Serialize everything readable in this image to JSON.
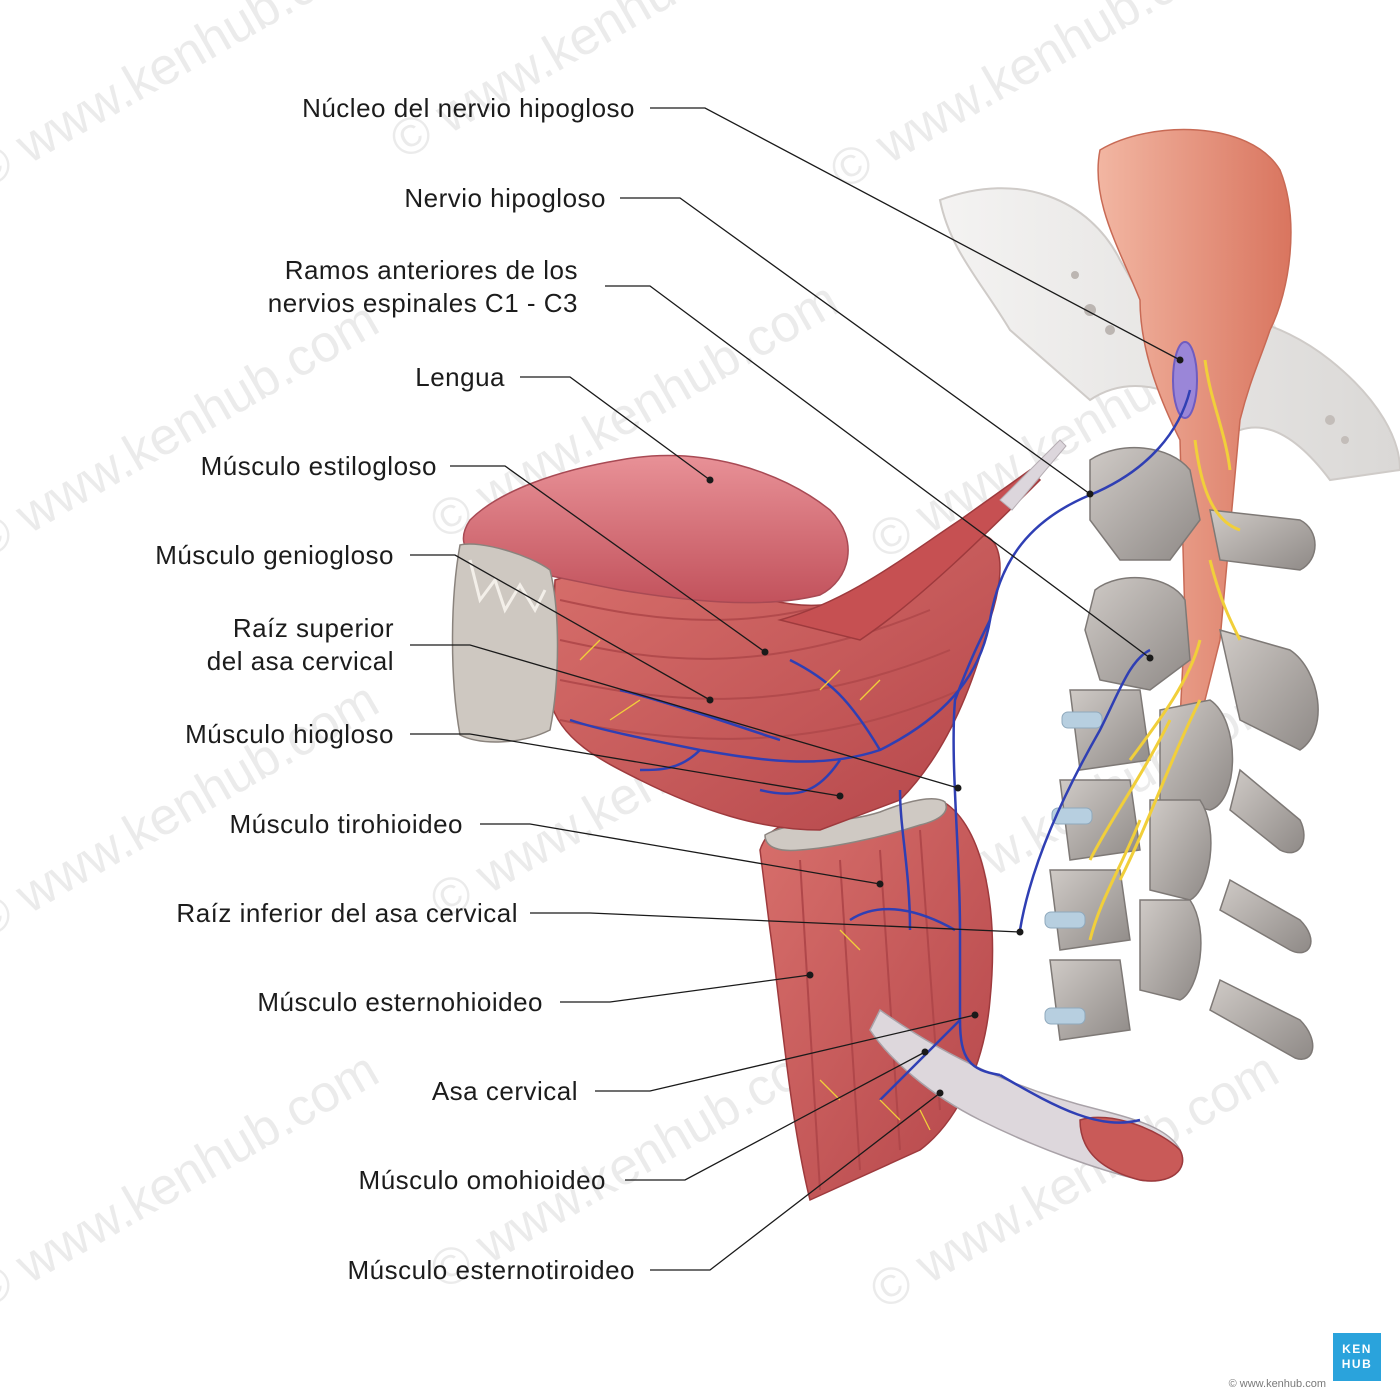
{
  "labels": {
    "nucleo": "Núcleo del nervio hipogloso",
    "nervio_hipogloso": "Nervio hipogloso",
    "ramos_1": "Ramos anteriores de los",
    "ramos_2": "nervios espinales C1 - C3",
    "lengua": "Lengua",
    "estilogloso": "Músculo estilogloso",
    "geniogloso": "Músculo geniogloso",
    "raiz_sup_1": "Raíz superior",
    "raiz_sup_2": "del asa cervical",
    "hiogloso": "Músculo hiogloso",
    "tirohioideo": "Músculo tirohioideo",
    "raiz_inf": "Raíz inferior del asa cervical",
    "esternohioideo": "Músculo esternohioideo",
    "asa": "Asa cervical",
    "omohioideo": "Músculo omohioideo",
    "esternotiroideo": "Músculo esternotiroideo"
  },
  "watermark": "© www.kenhub.com",
  "logo": {
    "line1": "KEN",
    "line2": "HUB"
  },
  "copyright": "© www.kenhub.com",
  "colors": {
    "muscle": "#c95a58",
    "muscle_dark": "#a83c3e",
    "tongue": "#d46b72",
    "bone": "#bdb8b4",
    "nerve_blue": "#2f3fb4",
    "nerve_yellow": "#f1cf3a",
    "brainstem": "#e79a84",
    "leader": "#1a1a1a"
  }
}
